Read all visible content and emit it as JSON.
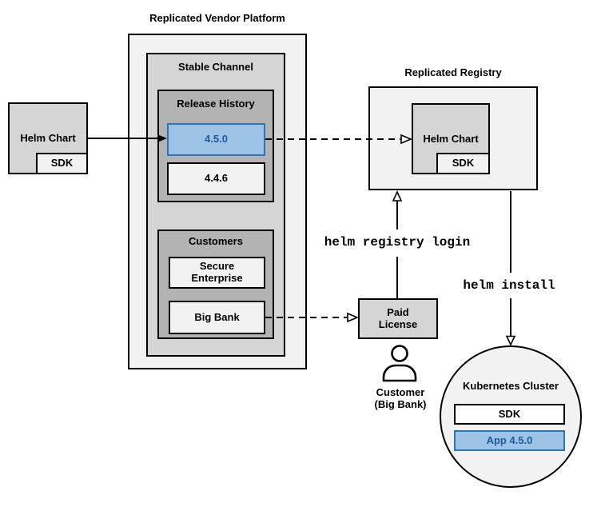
{
  "colors": {
    "panel_bg": "#f2f2f2",
    "mid_gray": "#d5d5d5",
    "dark_gray": "#b3b3b3",
    "blue_fill": "#9dc3e6",
    "blue_border": "#2e75b6",
    "blue_text": "#1d5b99",
    "line": "#000000"
  },
  "platform": {
    "title": "Replicated Vendor Platform"
  },
  "stable_channel": {
    "title": "Stable Channel"
  },
  "release_history": {
    "title": "Release History",
    "releases": [
      {
        "version": "4.5.0",
        "highlighted": true
      },
      {
        "version": "4.4.6",
        "highlighted": false
      }
    ]
  },
  "customers": {
    "title": "Customers",
    "items": [
      {
        "name": "Secure Enterprise"
      },
      {
        "name": "Big Bank"
      }
    ]
  },
  "source_chart": {
    "label": "Helm Chart",
    "sdk": "SDK"
  },
  "registry": {
    "title": "Replicated Registry",
    "chart_label": "Helm Chart",
    "sdk": "SDK"
  },
  "paid_license": {
    "label": "Paid License"
  },
  "actor": {
    "name": "Customer",
    "org": "(Big Bank)",
    "icon": "person-icon"
  },
  "commands": {
    "login": "helm registry login",
    "install": "helm install"
  },
  "cluster": {
    "title": "Kubernetes Cluster",
    "sdk": "SDK",
    "app": "App 4.5.0"
  }
}
